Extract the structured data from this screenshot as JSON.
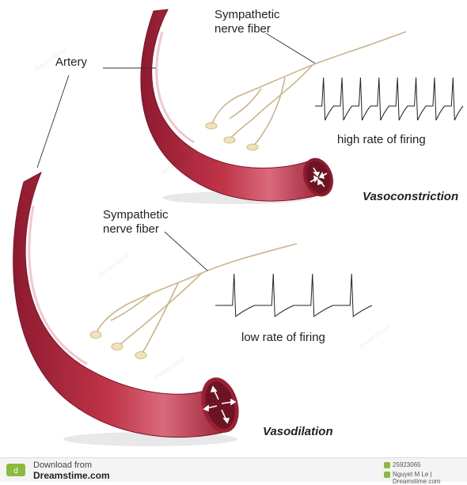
{
  "labels": {
    "artery": "Artery",
    "nerve_top_line1": "Sympathetic",
    "nerve_top_line2": "nerve fiber",
    "high_rate": "high rate of firing",
    "vasoconstriction": "Vasoconstriction",
    "nerve_bottom_line1": "Sympathetic",
    "nerve_bottom_line2": "nerve fiber",
    "low_rate": "low rate of firing",
    "vasodilation": "Vasodilation"
  },
  "watermark": "dreamstime",
  "footer": {
    "download_line1": "Download from",
    "download_line2": "Dreamstime.com",
    "image_id": "25923065",
    "credit": "Nguyet M Le | Dreamstime.com"
  },
  "colors": {
    "artery_dark": "#8e1a30",
    "artery_mid": "#b8293f",
    "artery_light": "#d96a7b",
    "lumen": "#6d1424",
    "nerve": "#cbb48c",
    "synapse": "#f0e2bd",
    "trace": "#222222"
  }
}
